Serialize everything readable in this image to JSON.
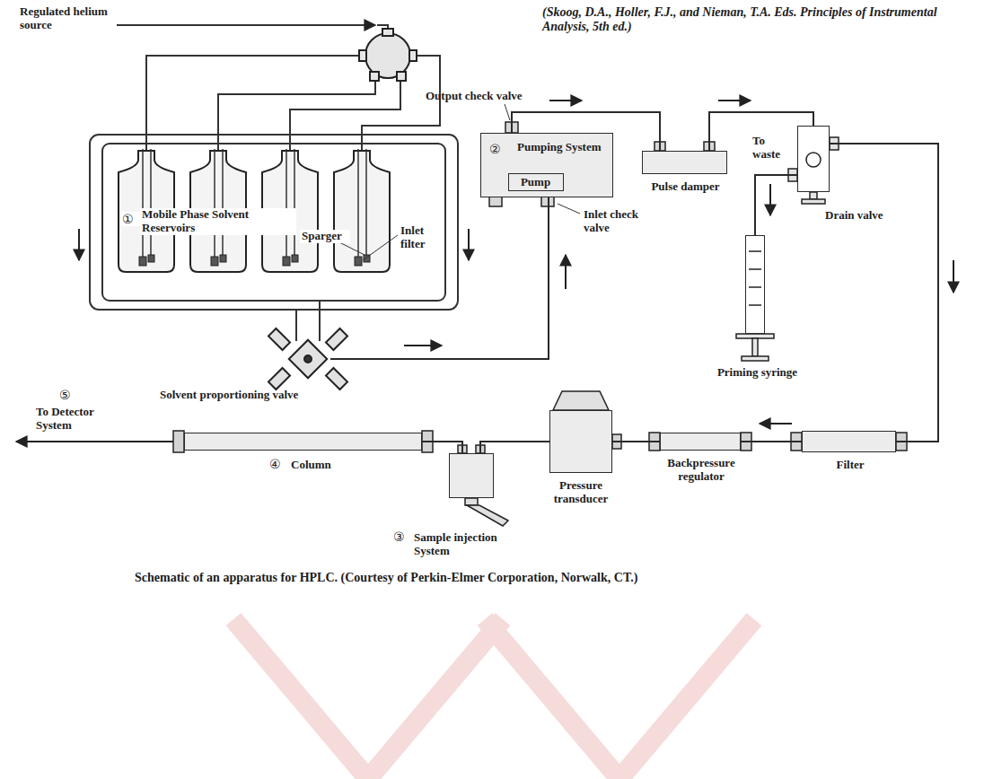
{
  "diagram": {
    "caption": "Schematic of an apparatus for HPLC. (Courtesy of Perkin-Elmer Corporation, Norwalk, CT.)",
    "nodes": [
      {
        "text": [
          "Pumping System"
        ]
      },
      {
        "text": [
          "Pump"
        ],
        "in": 0
      },
      {
        "text": [
          "Pulse damper"
        ]
      },
      {
        "text": [
          "Drain valve"
        ]
      },
      {
        "text": [
          "Priming syringe"
        ]
      },
      {
        "text": [
          "Solvent proportioning valve"
        ]
      },
      {
        "text": [
          "Column"
        ]
      },
      {
        "text": [
          "Sample injection System"
        ]
      },
      {
        "text": [
          "Pressure transducer"
        ]
      },
      {
        "text": [
          "Backpressure regulator"
        ]
      },
      {
        "text": [
          "Filter"
        ]
      }
    ],
    "edges": [
      {
        "from": 5,
        "to": 1,
        "arrow": "none"
      },
      {
        "from": 0,
        "to": 2,
        "arrow": "none"
      },
      {
        "from": 2,
        "to": 3,
        "arrow": "none"
      },
      {
        "from": 3,
        "to": 10,
        "arrow": "none"
      },
      {
        "from": 3,
        "to": 4,
        "arrow": "none"
      },
      {
        "from": 10,
        "to": 9,
        "arrow": "none"
      },
      {
        "from": 9,
        "to": 8,
        "arrow": "none"
      },
      {
        "from": 8,
        "to": 7,
        "arrow": "none"
      },
      {
        "from": 7,
        "to": 6,
        "arrow": "none"
      }
    ],
    "labels": [
      "(Skoog, D.A., Holler, F.J., and Nieman, T.A. Eds. Principles of Instrumental Analysis, 5th ed.)",
      "Regulated helium source",
      "Output check valve",
      "②",
      "Inlet check valve",
      "To waste",
      "①",
      "Mobile Phase Solvent Reservoirs",
      "Sparger",
      "Inlet filter",
      "⑤",
      "To Detector System",
      "④",
      "③"
    ]
  }
}
